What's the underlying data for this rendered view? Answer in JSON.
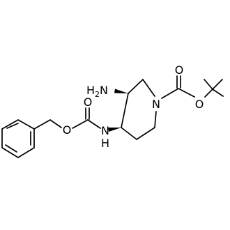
{
  "molecule": {
    "atom_labels": {
      "n_ring": "N",
      "o_carbonyl_boc": "O",
      "o_ester_boc": "O",
      "n_amino": "H",
      "n_amino_sub": "2",
      "n_amino_n": "N",
      "o_carbonyl_cbz": "O",
      "o_ester_cbz": "O",
      "n_carbamate": "N",
      "h_carbamate": "H"
    },
    "colors": {
      "bond": "#000000",
      "text": "#000000",
      "background": "#ffffff"
    }
  }
}
